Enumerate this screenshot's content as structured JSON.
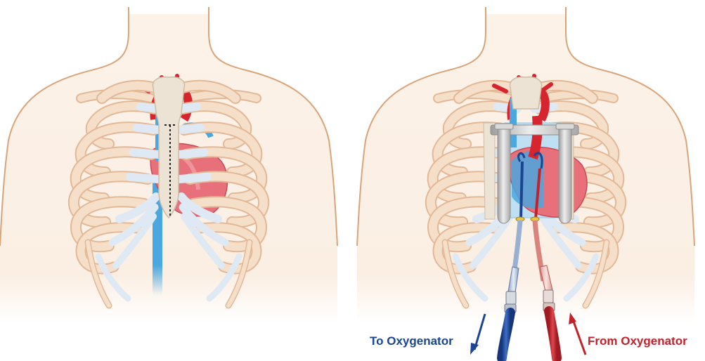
{
  "labels": {
    "to_oxygenator": "To Oxygenator",
    "from_oxygenator": "From Oxygenator"
  },
  "colors": {
    "skin": "#fbefe4",
    "skin_outline": "#d9a47a",
    "rib_fill": "#f6dfc9",
    "rib_outline": "#e2b897",
    "cartilage": "#dfe9f4",
    "vena_cava_blue": "#4aa7df",
    "artery_red": "#d7252f",
    "heart_pink": "#e8707a",
    "sternum": "#ece3d4",
    "retractor_gray": "#c9c9c9",
    "to_oxygenator_blue": "#1b4591",
    "from_oxygenator_red": "#c0232c"
  },
  "panels": [
    {
      "name": "closed-chest",
      "incision": "dashed sternal midline"
    },
    {
      "name": "open-chest-cannulated",
      "retractor": "sternal retractor",
      "cannulas": [
        "venous",
        "arterial"
      ]
    }
  ]
}
